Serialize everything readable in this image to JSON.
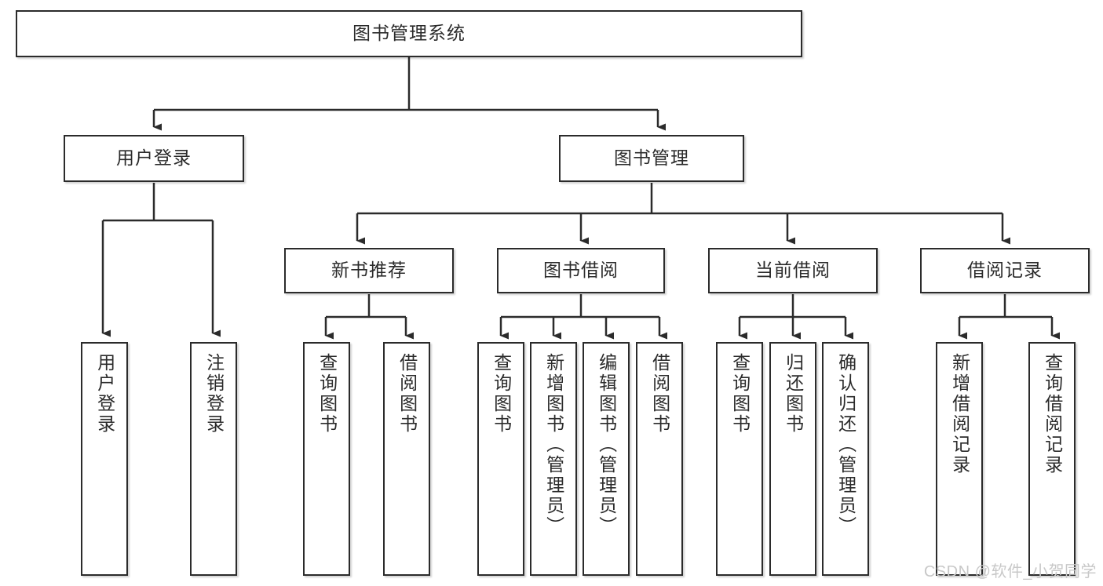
{
  "diagram": {
    "type": "tree-hierarchy-chart",
    "title": "图书管理系统",
    "watermark": "CSDN @软件_小贺同学",
    "colors": {
      "stroke": "#2b2b2b",
      "fill": "#ffffff",
      "background": "#ffffff",
      "watermark": "#c8c8c8"
    },
    "nodes": {
      "root": {
        "label": "图书管理系统",
        "level": 0,
        "orientation": "horizontal"
      },
      "l1": [
        {
          "id": "user-login",
          "label": "用户登录",
          "level": 1,
          "orientation": "horizontal"
        },
        {
          "id": "book-manage",
          "label": "图书管理",
          "level": 1,
          "orientation": "horizontal"
        }
      ],
      "l2": [
        {
          "id": "new-book-recommend",
          "label": "新书推荐",
          "level": 2,
          "orientation": "horizontal",
          "parent": "book-manage"
        },
        {
          "id": "book-borrow",
          "label": "图书借阅",
          "level": 2,
          "orientation": "horizontal",
          "parent": "book-manage"
        },
        {
          "id": "current-borrow",
          "label": "当前借阅",
          "level": 2,
          "orientation": "horizontal",
          "parent": "book-manage"
        },
        {
          "id": "borrow-record",
          "label": "借阅记录",
          "level": 2,
          "orientation": "horizontal",
          "parent": "book-manage"
        }
      ],
      "leaves": [
        {
          "id": "leaf-user-login",
          "label": "用户登录",
          "parent": "user-login",
          "orientation": "vertical"
        },
        {
          "id": "leaf-logout-login",
          "label": "注销登录",
          "parent": "user-login",
          "orientation": "vertical"
        },
        {
          "id": "leaf-query-book-1",
          "label": "查询图书",
          "parent": "new-book-recommend",
          "orientation": "vertical"
        },
        {
          "id": "leaf-borrow-book-1",
          "label": "借阅图书",
          "parent": "new-book-recommend",
          "orientation": "vertical"
        },
        {
          "id": "leaf-query-book-2",
          "label": "查询图书",
          "parent": "book-borrow",
          "orientation": "vertical"
        },
        {
          "id": "leaf-add-book",
          "label": "新增图书（管理员）",
          "parent": "book-borrow",
          "orientation": "vertical"
        },
        {
          "id": "leaf-edit-book",
          "label": "编辑图书（管理员）",
          "parent": "book-borrow",
          "orientation": "vertical"
        },
        {
          "id": "leaf-borrow-book-2",
          "label": "借阅图书",
          "parent": "book-borrow",
          "orientation": "vertical"
        },
        {
          "id": "leaf-query-book-3",
          "label": "查询图书",
          "parent": "current-borrow",
          "orientation": "vertical"
        },
        {
          "id": "leaf-return-book",
          "label": "归还图书",
          "parent": "current-borrow",
          "orientation": "vertical"
        },
        {
          "id": "leaf-confirm-return",
          "label": "确认归还（管理员）",
          "parent": "current-borrow",
          "orientation": "vertical"
        },
        {
          "id": "leaf-add-record",
          "label": "新增借阅记录",
          "parent": "borrow-record",
          "orientation": "vertical"
        },
        {
          "id": "leaf-query-record",
          "label": "查询借阅记录",
          "parent": "borrow-record",
          "orientation": "vertical"
        }
      ]
    }
  }
}
